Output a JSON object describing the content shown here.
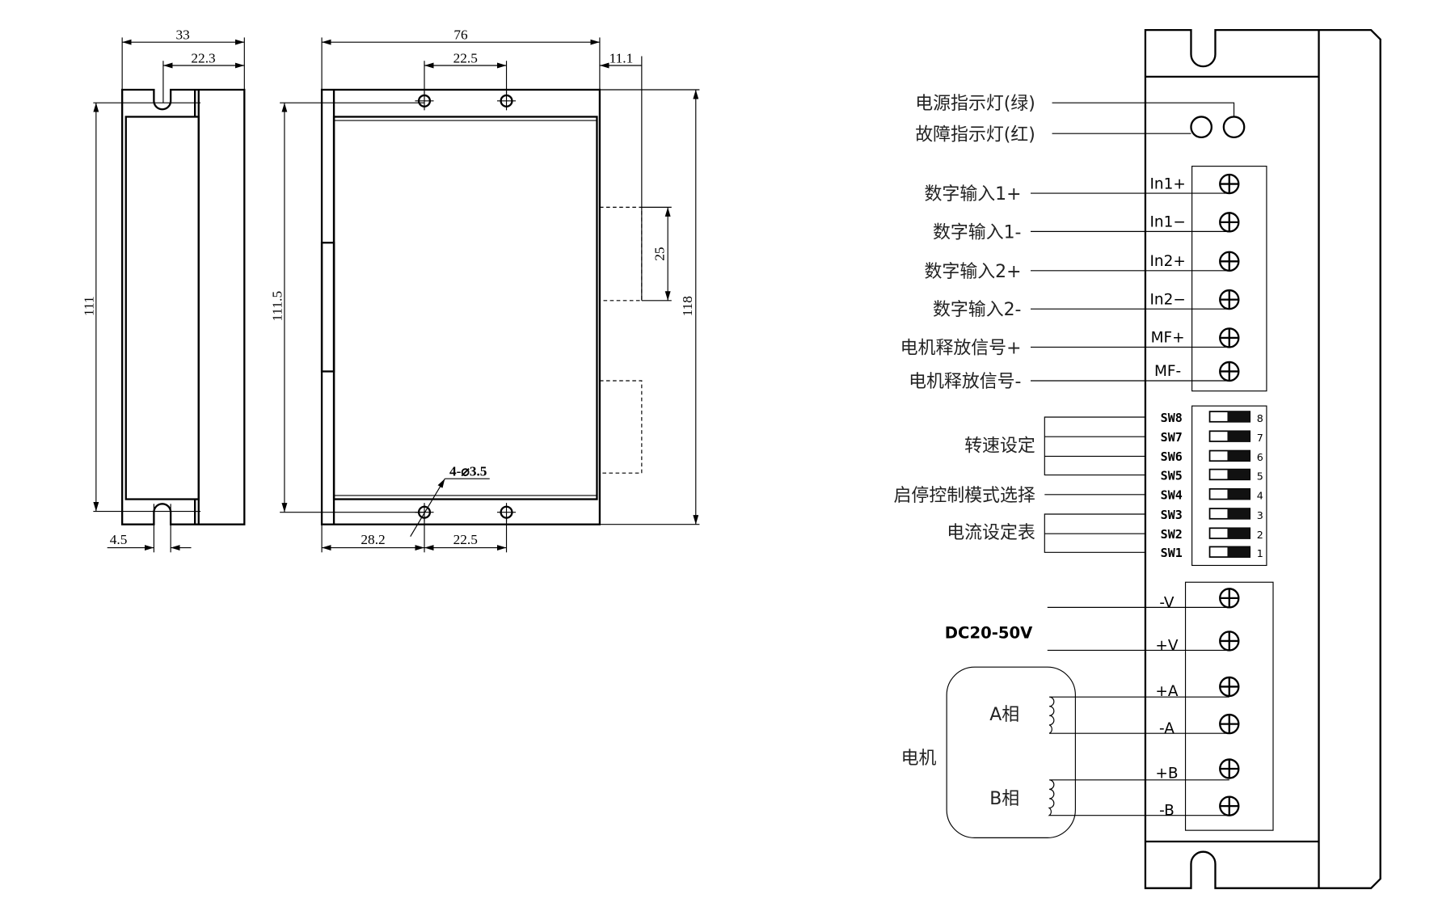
{
  "side_view": {
    "width": "33",
    "slot_offset": "22.3",
    "hole_pitch": "111",
    "slot_width": "4.5"
  },
  "front_view": {
    "width": "76",
    "hole_spacing_top": "22.5",
    "side_offset": "11.1",
    "connector_height": "25",
    "height": "118",
    "hole_pitch": "111.5",
    "hole_offset_left": "28.2",
    "hole_spacing_bottom": "22.5",
    "hole_note": "4-⌀3.5"
  },
  "driver": {
    "leds": [
      "电源指示灯(绿)",
      "故障指示灯(红)"
    ],
    "signal_terminals": [
      {
        "pin": "In1+",
        "desc": "数字输入1+"
      },
      {
        "pin": "In1−",
        "desc": "数字输入1-"
      },
      {
        "pin": "In2+",
        "desc": "数字输入2+"
      },
      {
        "pin": "In2−",
        "desc": "数字输入2-"
      },
      {
        "pin": "MF+",
        "desc": "电机释放信号+"
      },
      {
        "pin": "MF-",
        "desc": "电机释放信号-"
      }
    ],
    "dip_switches": [
      {
        "label": "SW8",
        "num": "8"
      },
      {
        "label": "SW7",
        "num": "7"
      },
      {
        "label": "SW6",
        "num": "6"
      },
      {
        "label": "SW5",
        "num": "5"
      },
      {
        "label": "SW4",
        "num": "4"
      },
      {
        "label": "SW3",
        "num": "3"
      },
      {
        "label": "SW2",
        "num": "2"
      },
      {
        "label": "SW1",
        "num": "1"
      }
    ],
    "dip_groups": {
      "speed": "转速设定",
      "start_stop": "启停控制模式选择",
      "current": "电流设定表"
    },
    "power_terminals": [
      "-V",
      "+V",
      "+A",
      "-A",
      "+B",
      "-B"
    ],
    "power_label": "DC20-50V",
    "motor": {
      "label": "电机",
      "phase_a": "A相",
      "phase_b": "B相"
    }
  }
}
